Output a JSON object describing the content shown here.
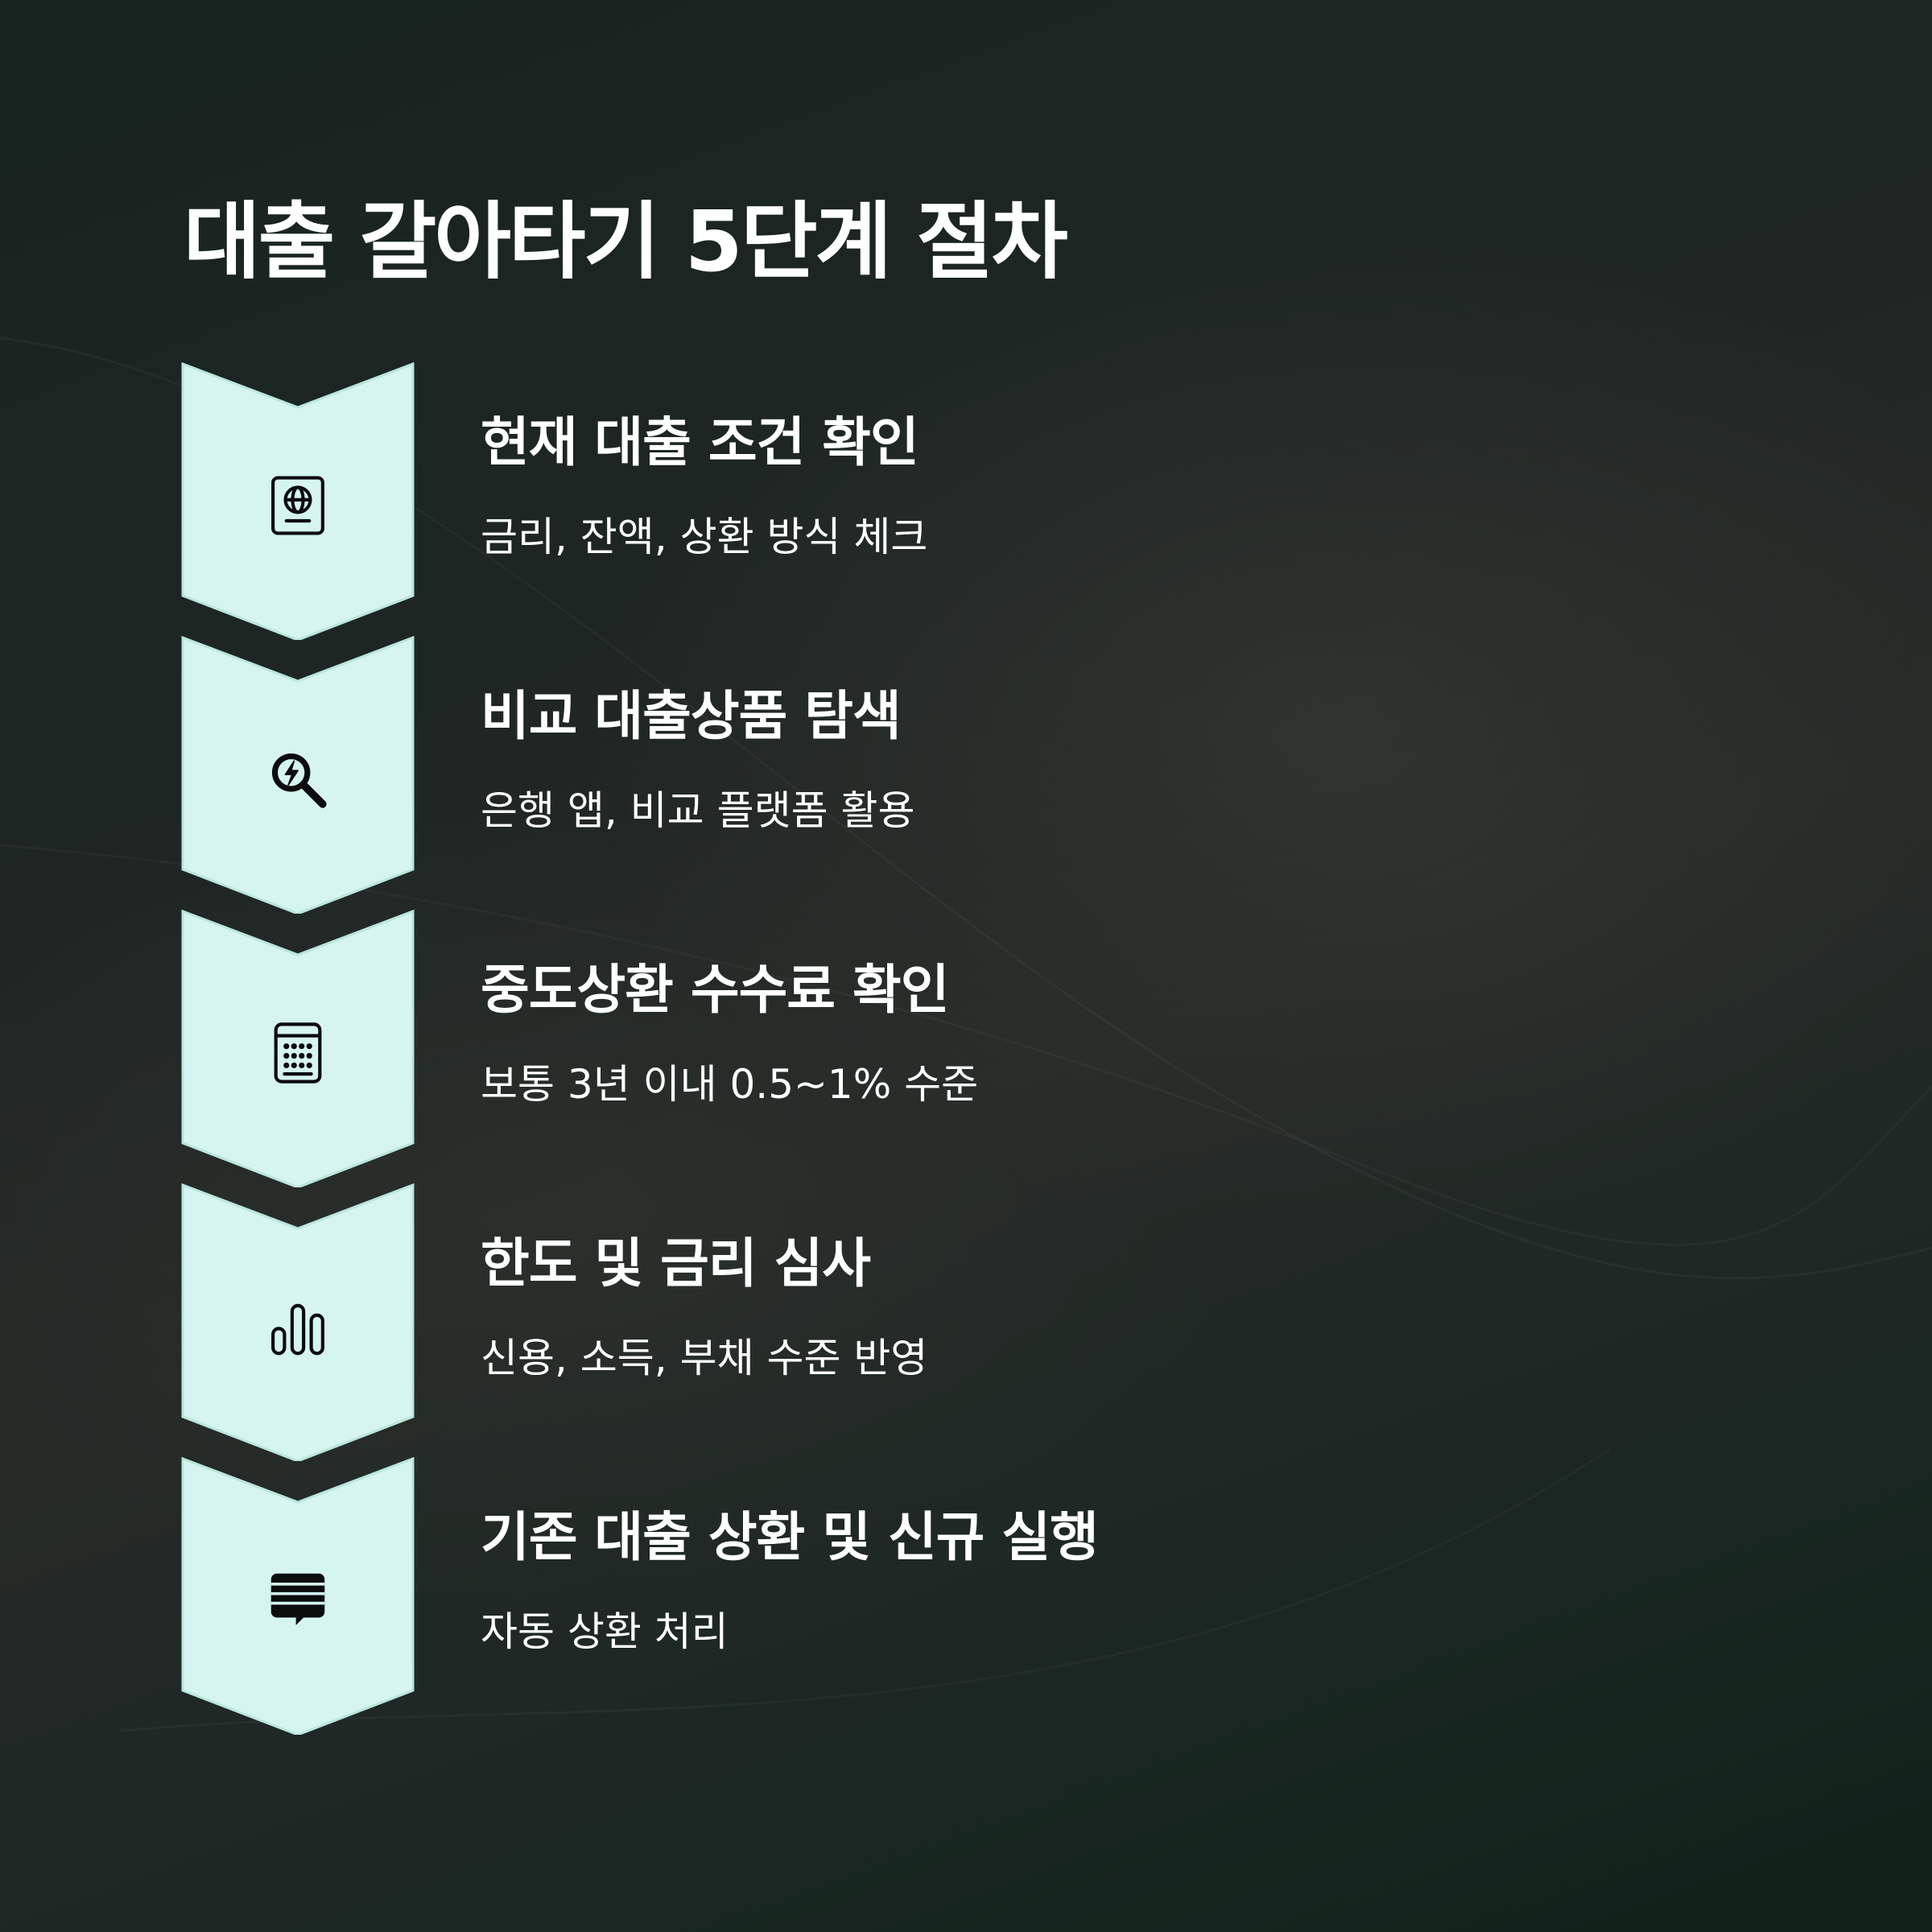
{
  "title": "대출 갈아타기 5단계 절차",
  "colors": {
    "chevron_fill": "#d5f5ee",
    "chevron_stroke": "#b9e6dc",
    "icon": "#0c0c0c",
    "text": "#ffffff"
  },
  "steps": [
    {
      "icon": "passport-icon",
      "title": "현재 대출 조건 확인",
      "desc": "금리, 잔액, 상환 방식 체크"
    },
    {
      "icon": "search-bolt-icon",
      "title": "비교 대출상품 탐색",
      "desc": "은행 앱, 비교 플랫폼 활용"
    },
    {
      "icon": "calculator-icon",
      "title": "중도상환 수수료 확인",
      "desc": "보통 3년 이내 0.5~1% 수준"
    },
    {
      "icon": "bar-chart-icon",
      "title": "한도 및 금리 심사",
      "desc": "신용, 소득, 부채 수준 반영"
    },
    {
      "icon": "message-lines-icon",
      "title": "기존 대출 상환 및 신규 실행",
      "desc": "자동 상환 처리"
    }
  ]
}
